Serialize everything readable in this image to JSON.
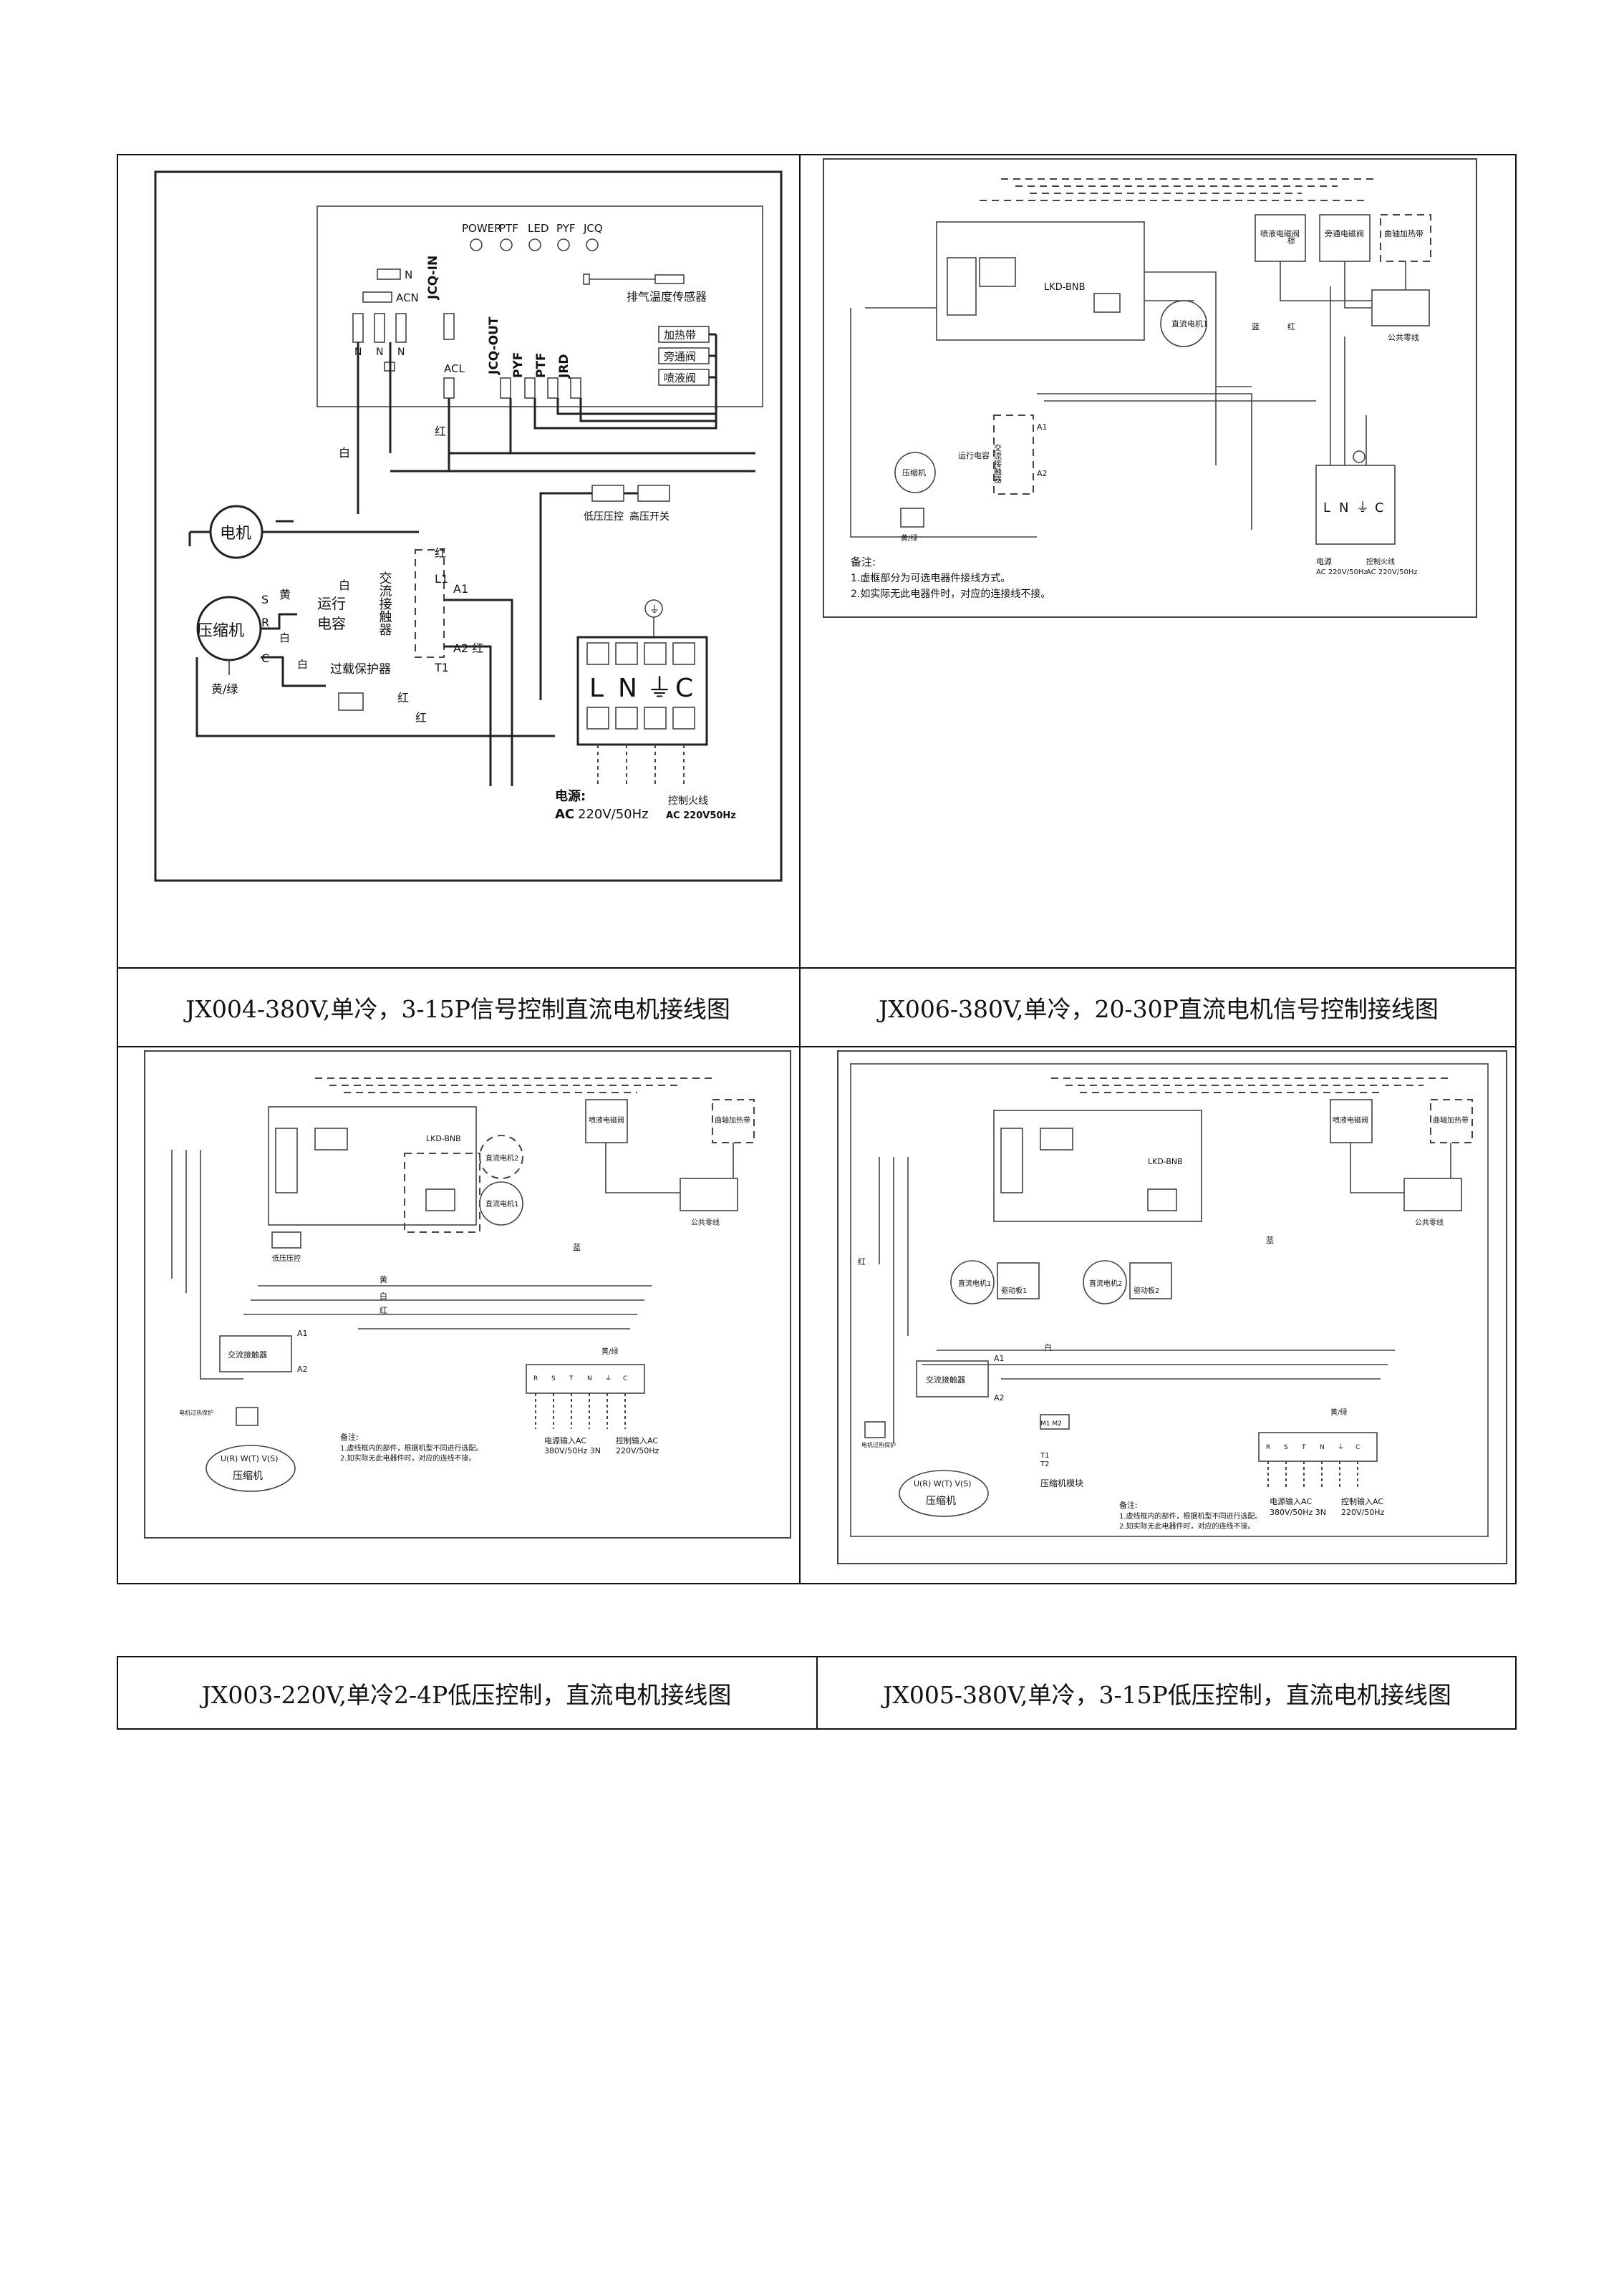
{
  "captions": {
    "jx004": "JX004-380V,单冷，3-15P信号控制直流电机接线图",
    "jx006": "JX006-380V,单冷，20-30P直流电机信号控制接线图",
    "jx003": "JX003-220V,单冷2-4P低压控制，直流电机接线图",
    "jx005": "JX005-380V,单冷，3-15P低压控制，直流电机接线图"
  },
  "d1": {
    "indicators": [
      "POWER",
      "PTF",
      "LED",
      "PYF",
      "JCQ"
    ],
    "sensor": "排气温度传感器",
    "n": "N",
    "acn": "ACN",
    "n1": "N",
    "n2": "N",
    "n3": "N",
    "in": "JCQ-IN",
    "out": "JCQ-OUT",
    "acl": "ACL",
    "pyf": "PYF",
    "ptf": "PTF",
    "jrd": "JRD",
    "heater": "加热带",
    "bypass": "旁通阀",
    "spray": "喷液阀",
    "red1": "红",
    "white1": "白",
    "motor": "电机",
    "lowp": "低压压控",
    "highp": "高压开关",
    "white2": "白",
    "s": "S",
    "r": "R",
    "c": "C",
    "compressor": "压缩机",
    "yellow": "黄",
    "run": "运行",
    "cap": "电容",
    "white3": "白",
    "white4": "白",
    "contactor": "交流接触器",
    "l1": "L1",
    "a1": "A1",
    "a2": "A2 红",
    "t1": "T1",
    "red2": "红",
    "red3": "红",
    "red4": "红",
    "overload": "过载保护器",
    "yg": "黄/绿",
    "terminals": [
      "L",
      "N",
      "⏚",
      "C"
    ],
    "power": "电源:",
    "ac": "AC",
    "acv": "220V/50Hz",
    "ctrl": "控制火线",
    "ctrlv": "AC 220V50Hz"
  },
  "d2": {
    "board": "LKD-BNB",
    "dcmotor": "直流电机1",
    "spray": "喷液电磁阀",
    "bypass": "旁通电磁阀",
    "heater": "曲轴加热带",
    "common": "公共零线",
    "motor": "压缩机",
    "run": "运行电容",
    "contactor": "交流接触器",
    "a1": "A1",
    "a2": "A2",
    "yg": "黄/绿",
    "t1": "电源",
    "ac": "AC 220V/50Hz",
    "ctrl": "控制火线",
    "ctrlv": "AC 220V/50Hz",
    "red": "红",
    "blue": "蓝",
    "brown": "棕",
    "note": "备注:",
    "note1": "1.虚框部分为可选电器件接线方式。",
    "note2": "2.如实际无此电器件时，对应的连接线不接。",
    "terminals": [
      "L",
      "N",
      "⏚",
      "C"
    ]
  },
  "d3": {
    "board": "LKD-BNB",
    "dc2": "直流电机2",
    "dc1": "直流电机1",
    "spray": "喷液电磁阀",
    "heater": "曲轴加热带",
    "common": "公共零线",
    "lowp": "低压压控",
    "contactor": "交流接触器",
    "a1": "A1",
    "a2": "A2",
    "yellow": "黄",
    "white": "白",
    "red": "红",
    "blue": "蓝",
    "yg": "黄/绿",
    "terminals": [
      "R",
      "S",
      "T",
      "N",
      "⏚",
      "C"
    ],
    "powerin": "电源输入AC",
    "powerv": "380V/50Hz 3N",
    "ctrlin": "控制输入AC",
    "ctrlv": "220V/50Hz",
    "compressor": "压缩机",
    "uvw": "U(R) W(T) V(S)",
    "overheat": "电机过热保护",
    "note": "备注:",
    "note1": "1.虚线框内的部件，根据机型不同进行选配。",
    "note2": "2.如实际无此电器件时，对应的连线不接。"
  },
  "d4": {
    "board": "LKD-BNB",
    "dc1": "直流电机1",
    "dc2": "直流电机2",
    "drv1": "驱动板1",
    "drv2": "驱动板2",
    "spray": "喷液电磁阀",
    "heater": "曲轴加热带",
    "common": "公共零线",
    "contactor": "交流接触器",
    "a1": "A1",
    "a2": "A2",
    "white": "白",
    "red": "红",
    "blue": "蓝",
    "yg": "黄/绿",
    "m1m2": "M1 M2",
    "t1": "T1",
    "t2": "T2",
    "module": "压缩机模块",
    "terminals": [
      "R",
      "S",
      "T",
      "N",
      "⏚",
      "C"
    ],
    "powerin": "电源输入AC",
    "powerv": "380V/50Hz 3N",
    "ctrlin": "控制输入AC",
    "ctrlv": "220V/50Hz",
    "compressor": "压缩机",
    "uvw": "U(R) W(T) V(S)",
    "overheat": "电机过热保护",
    "note": "备注:",
    "note1": "1.虚线框内的部件，根据机型不同进行选配。",
    "note2": "2.如实际无此电器件时，对应的连线不接。"
  }
}
